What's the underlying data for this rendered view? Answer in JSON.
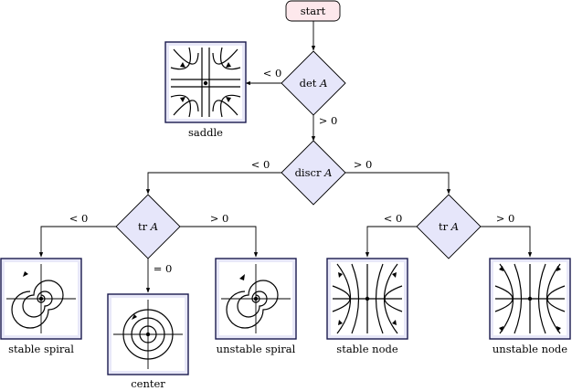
{
  "start": {
    "label": "start"
  },
  "decisions": {
    "det": {
      "prefix": "det ",
      "var": "A"
    },
    "discr": {
      "prefix": "discr ",
      "var": "A"
    },
    "tr_left": {
      "prefix": "tr ",
      "var": "A"
    },
    "tr_right": {
      "prefix": "tr ",
      "var": "A"
    }
  },
  "edge_labels": {
    "det_lt": "< 0",
    "det_gt": "> 0",
    "discr_lt": "< 0",
    "discr_gt": "> 0",
    "trl_lt": "< 0",
    "trl_eq": "= 0",
    "trl_gt": "> 0",
    "trr_lt": "< 0",
    "trr_gt": "> 0"
  },
  "outcomes": {
    "saddle": "saddle",
    "stable_spiral": "stable spiral",
    "center": "center",
    "unstable_spiral": "unstable spiral",
    "stable_node": "stable node",
    "unstable_node": "unstable node"
  },
  "colors": {
    "diamond_fill": "#e6e6fa",
    "start_fill": "#fde8ec",
    "frame_border": "#1a1a4e",
    "frame_fill": "#e8e8f8"
  }
}
